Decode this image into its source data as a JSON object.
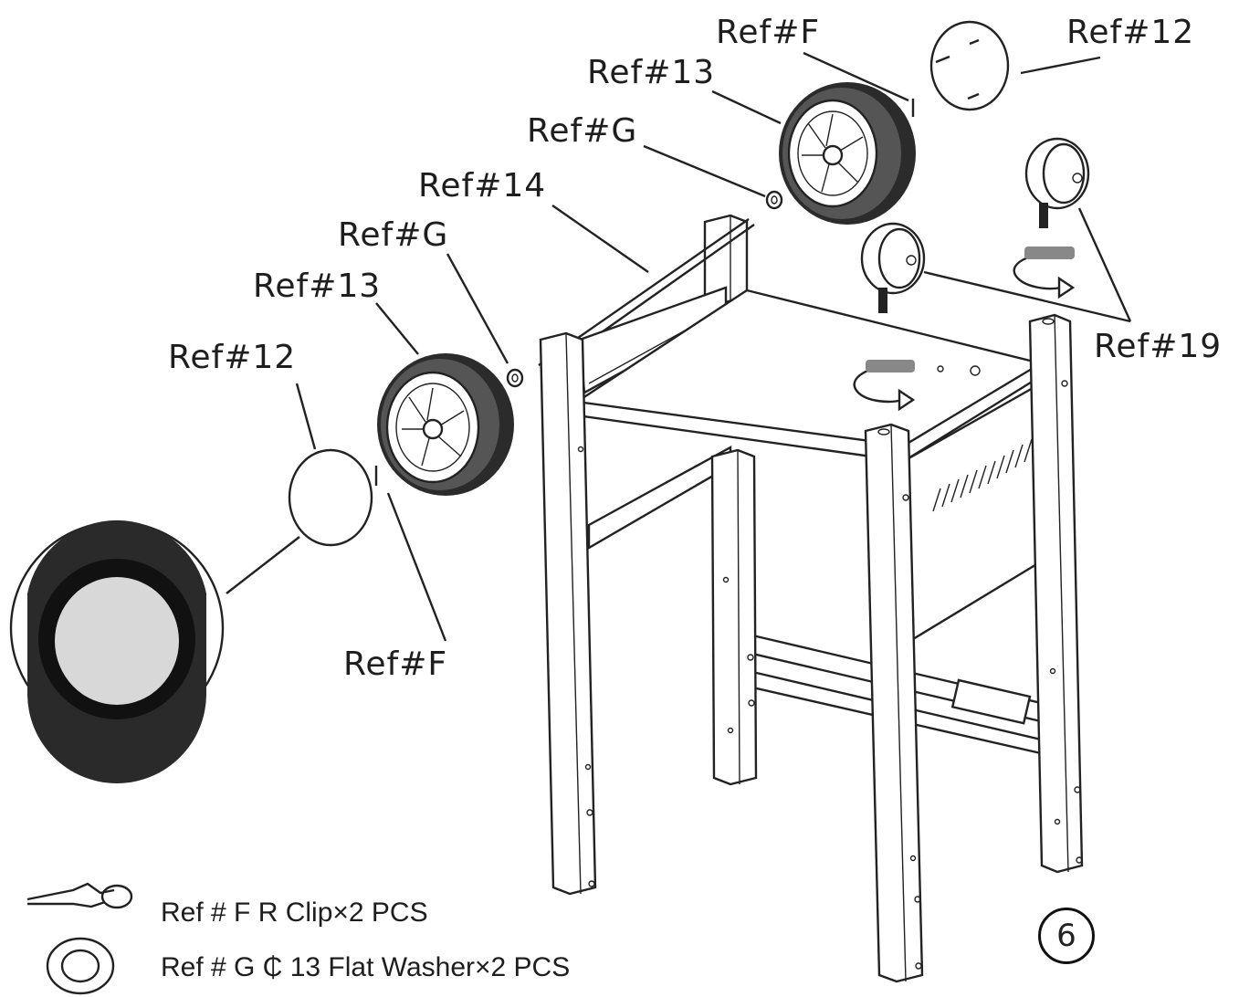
{
  "callouts": {
    "top_f": "Ref#F",
    "top_12": "Ref#12",
    "top_13": "Ref#13",
    "top_g": "Ref#G",
    "ref14": "Ref#14",
    "left_g": "Ref#G",
    "left_13": "Ref#13",
    "left_12": "Ref#12",
    "ref19": "Ref#19",
    "bottom_f": "Ref#F"
  },
  "legend": {
    "clip": "Ref # F R Clip×2 PCS",
    "washer": "Ref # G  ₵ 13 Flat Washer×2 PCS"
  },
  "step_number": "6"
}
